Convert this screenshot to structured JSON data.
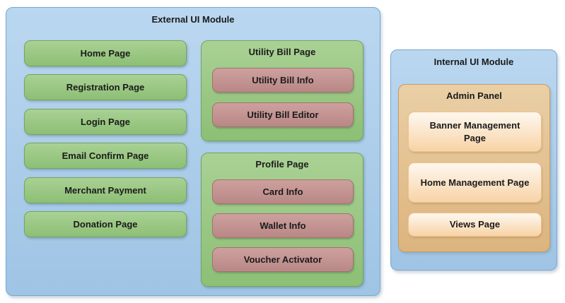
{
  "diagram": {
    "external_module": {
      "title": "External UI Module",
      "pages": [
        "Home Page",
        "Registration Page",
        "Login Page",
        "Email Confirm Page",
        "Merchant Payment",
        "Donation Page"
      ],
      "groups": [
        {
          "title": "Utility Bill Page",
          "items": [
            "Utility Bill Info",
            "Utility Bill Editor"
          ]
        },
        {
          "title": "Profile Page",
          "items": [
            "Card Info",
            "Wallet Info",
            "Voucher Activator"
          ]
        }
      ]
    },
    "internal_module": {
      "title": "Internal UI Module",
      "admin_panel": {
        "title": "Admin Panel",
        "items": [
          "Banner Management Page",
          "Home Management Page",
          "Views Page"
        ]
      }
    },
    "colors": {
      "module_fill_top": "#bad7f0",
      "module_fill_bottom": "#9fc4e4",
      "module_border": "#79a7d1",
      "page_fill_top": "#a9d194",
      "page_fill_bottom": "#8dbf75",
      "page_border": "#76a55c",
      "feature_fill_top": "#cda09e",
      "feature_fill_bottom": "#b98886",
      "feature_border": "#a37270",
      "panel_fill_top": "#eacfa6",
      "panel_fill_bottom": "#dcb47e",
      "panel_border": "#c99c63",
      "admin_page_fill_top": "#fdf5ea",
      "admin_page_fill_bottom": "#f8d3a6",
      "admin_page_border": "#efc289",
      "text": "#1b1b1b"
    }
  }
}
